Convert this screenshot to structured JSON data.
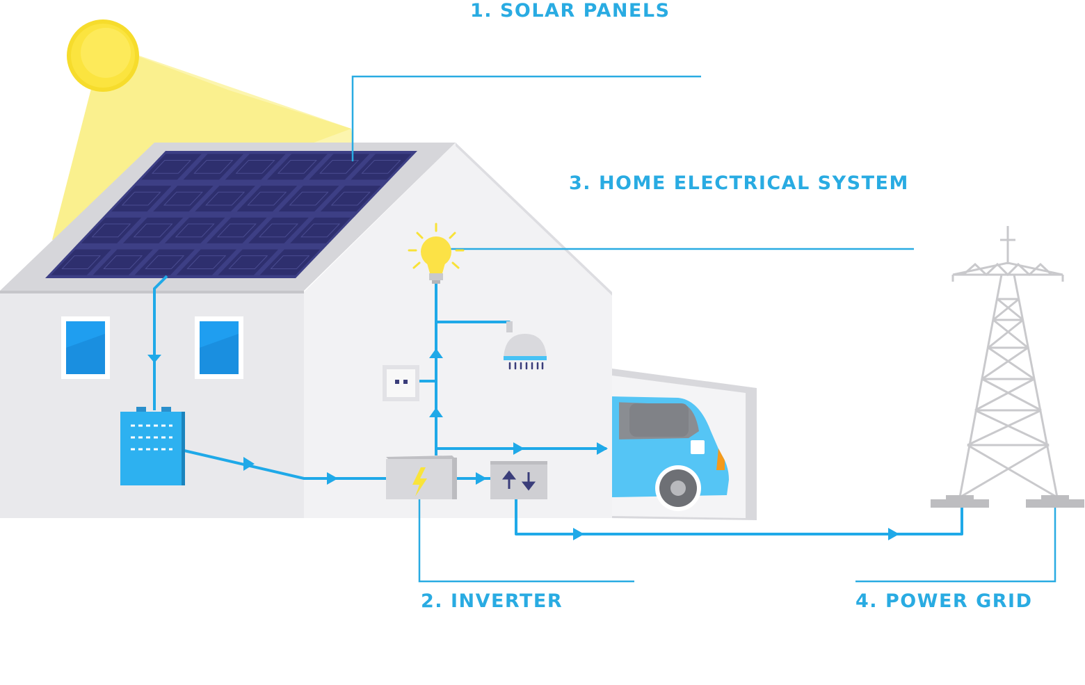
{
  "labels": {
    "solar_panels": "1. SOLAR PANELS",
    "home_electrical": "3. HOME ELECTRICAL SYSTEM",
    "inverter": "2. INVERTER",
    "power_grid": "4. POWER GRID"
  },
  "icons": {
    "sun": "sun-icon",
    "solar_array": "solar-panel-icon",
    "battery": "battery-icon",
    "inverter": "inverter-lightning-icon",
    "meter": "bidirectional-meter-icon",
    "bulb": "light-bulb-icon",
    "shower": "shower-head-icon",
    "socket": "power-outlet-icon",
    "car": "electric-car-icon",
    "tower": "transmission-tower-icon"
  },
  "colors": {
    "accent": "#29abe2",
    "wire": "#1fa9e8",
    "panel": "#2e2f6e",
    "sun": "#f8e238",
    "house_front": "#e9e9ec",
    "house_side": "#f2f2f4",
    "roof": "#d4d4d8",
    "window": "#1f9ef0",
    "battery": "#2db1f0",
    "car": "#55c5f5",
    "tower": "#c9c9cc"
  }
}
